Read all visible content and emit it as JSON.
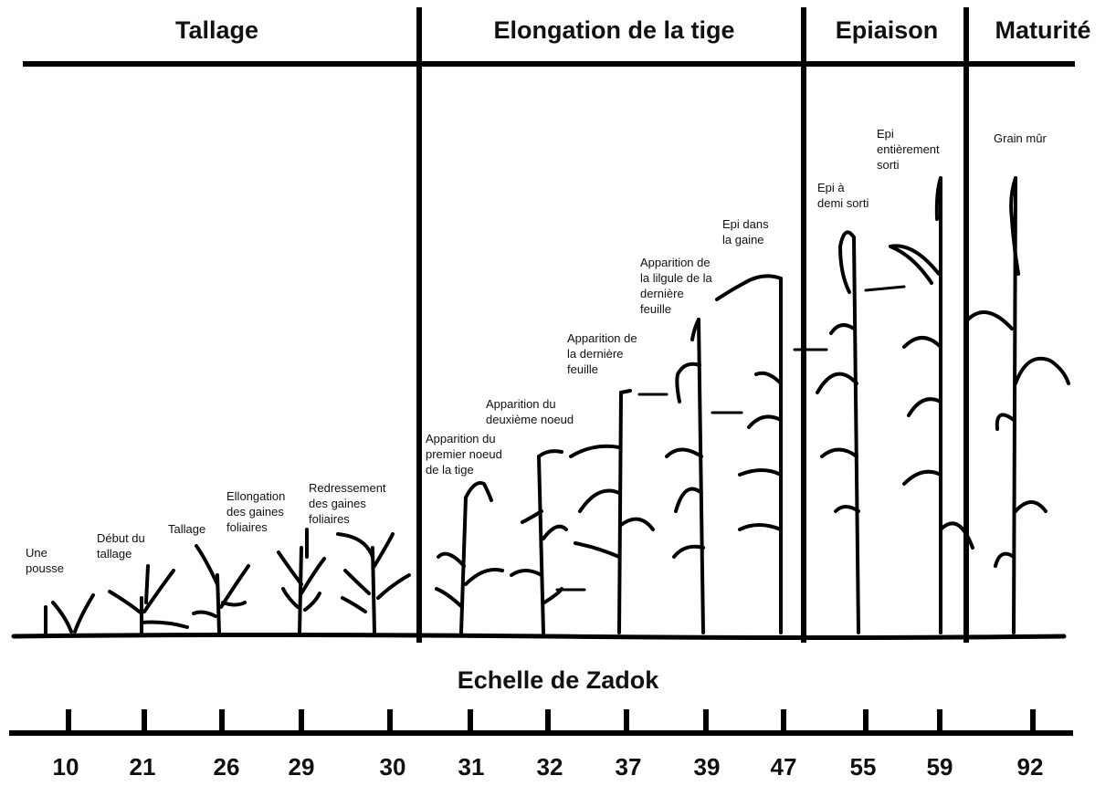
{
  "phases": [
    {
      "id": "tallage",
      "label": "Tallage"
    },
    {
      "id": "elongation",
      "label": "Elongation de la tige"
    },
    {
      "id": "epiaison",
      "label": "Epiaison"
    },
    {
      "id": "maturite",
      "label": "Maturité"
    }
  ],
  "stages": [
    {
      "label": "Une\npousse"
    },
    {
      "label": "Début du\ntallage"
    },
    {
      "label": "Tallage"
    },
    {
      "label": "Ellongation\ndes gaines\nfoliaires"
    },
    {
      "label": "Redressement\ndes gaines\nfoliaires"
    },
    {
      "label": "Apparition du\npremier noeud\nde la tige"
    },
    {
      "label": "Apparition du\ndeuxième noeud"
    },
    {
      "label": "Apparition de\nla dernière\nfeuille"
    },
    {
      "label": "Apparition de\nla lilgule de la\ndernière\nfeuille"
    },
    {
      "label": "Epi dans\nla gaine"
    },
    {
      "label": "Epi à\ndemi sorti"
    },
    {
      "label": "Epi\nentièrement\nsorti"
    },
    {
      "label": "Grain mûr"
    }
  ],
  "scale": {
    "title": "Echelle de Zadok",
    "values": [
      "10",
      "21",
      "26",
      "29",
      "30",
      "31",
      "32",
      "37",
      "39",
      "47",
      "55",
      "59",
      "92"
    ]
  },
  "colors": {
    "ink": "#000000",
    "background": "#ffffff"
  }
}
